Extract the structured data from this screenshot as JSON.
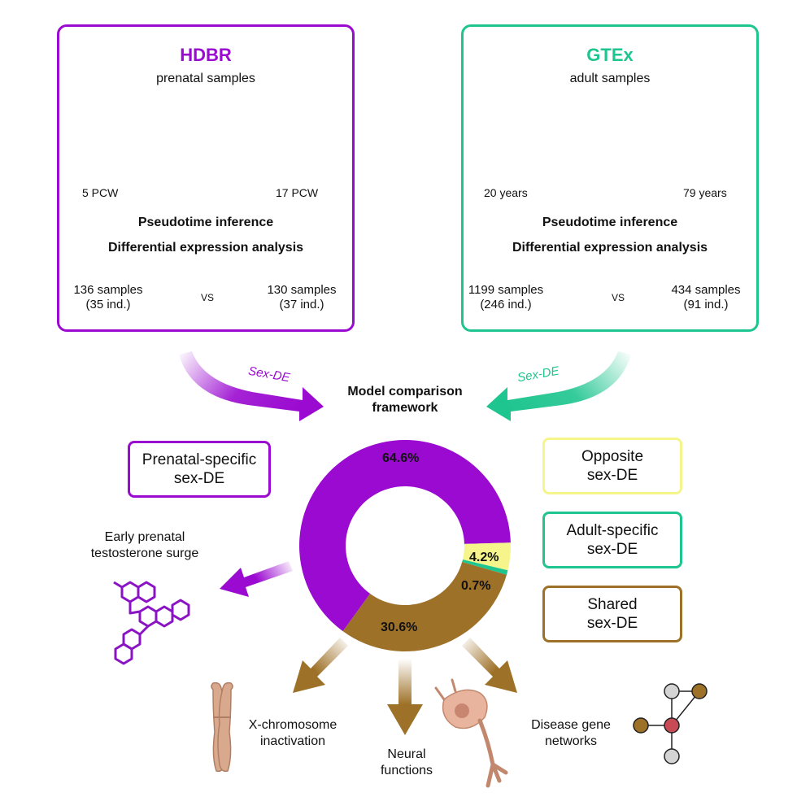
{
  "hdbr": {
    "title": "HDBR",
    "subtitle": "prenatal samples",
    "timeline_start": "5 PCW",
    "timeline_end": "17 PCW",
    "method_1": "Pseudotime inference",
    "method_2": "Differential expression analysis",
    "male_count": "136 samples\n(35 ind.)",
    "female_count": "130 samples\n(37 ind.)",
    "vs": "VS"
  },
  "gtex": {
    "title": "GTEx",
    "subtitle": "adult samples",
    "timeline_start": "20 years",
    "timeline_end": "79 years",
    "method_1": "Pseudotime inference",
    "method_2": "Differential expression analysis",
    "male_count": "1199 samples\n(246 ind.)",
    "female_count": "434 samples\n(91 ind.)",
    "vs": "VS"
  },
  "framework": {
    "title": "Model comparison\nframework",
    "left_arrow_label": "Sex-DE",
    "right_arrow_label": "Sex-DE"
  },
  "categories": {
    "prenatal_specific": "Prenatal-specific\nsex-DE",
    "opposite": "Opposite\nsex-DE",
    "adult_specific": "Adult-specific\nsex-DE",
    "shared": "Shared\nsex-DE"
  },
  "chart_data": {
    "type": "pie",
    "slices": [
      {
        "category": "Prenatal-specific sex-DE",
        "value": 64.6,
        "label": "64.6%",
        "color": "#9a0ad0"
      },
      {
        "category": "Opposite sex-DE",
        "value": 4.2,
        "label": "4.2%",
        "color": "#f5f58c"
      },
      {
        "category": "Adult-specific sex-DE",
        "value": 0.7,
        "label": "0.7%",
        "color": "#1fc58f"
      },
      {
        "category": "Shared sex-DE",
        "value": 30.6,
        "label": "30.6%",
        "color": "#9e7128"
      }
    ]
  },
  "outcomes": {
    "testosterone": "Early prenatal\ntestosterone surge",
    "x_inactivation": "X-chromosome\ninactivation",
    "neural": "Neural\nfunctions",
    "disease": "Disease gene\nnetworks"
  },
  "colors": {
    "hdbr": "#9a0ad0",
    "gtex": "#1fc58f",
    "opposite": "#f5f58c",
    "shared": "#9e7128",
    "male_symbol": "#3f62a0",
    "female_symbol": "#b0314f",
    "brain_blue": "#9ec9dc",
    "embryo_grey": "#d8d8d8"
  },
  "icons": {
    "male": "male-symbol-icon",
    "female": "female-symbol-icon",
    "embryo": "embryo-brain-icon",
    "brain": "adult-brain-icon",
    "molecule": "steroid-molecule-icon",
    "chromosome": "chromosome-icon",
    "neuron": "neuron-icon",
    "network": "gene-network-icon"
  }
}
